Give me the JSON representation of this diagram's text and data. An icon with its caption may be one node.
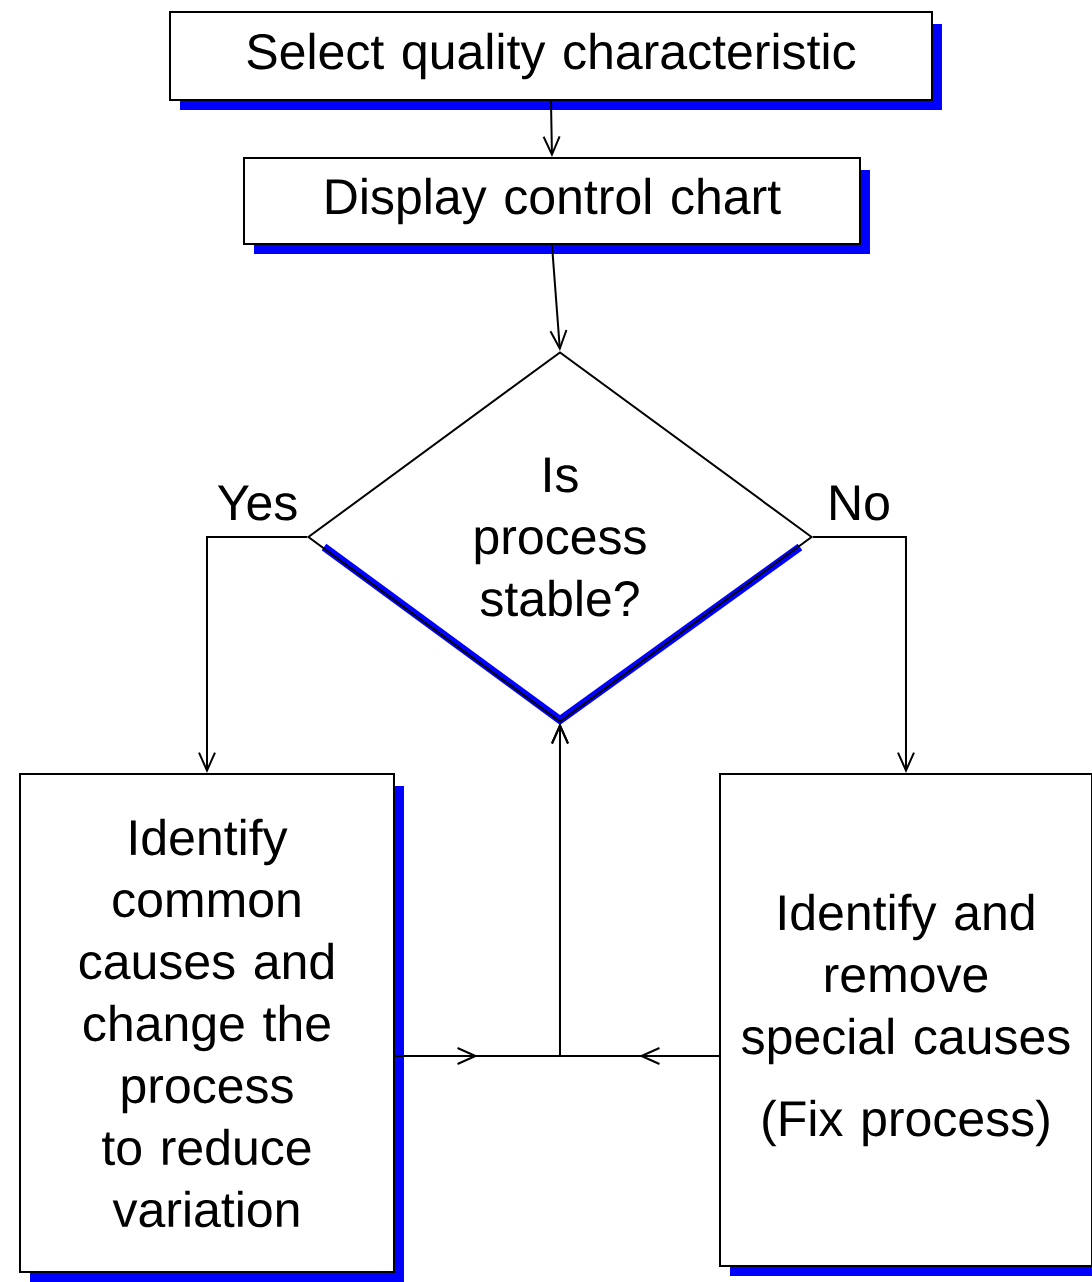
{
  "diagram": {
    "nodes": [
      {
        "text": [
          "Select quality characteristic"
        ]
      },
      {
        "text": [
          "Display control chart"
        ]
      },
      {
        "text": [
          "Is process stable?"
        ]
      },
      {
        "text": [
          "Identify common causes and change the process to reduce variation"
        ]
      },
      {
        "text": [
          "Identify and remove special causes",
          "(Fix process)"
        ]
      }
    ],
    "edges": [
      {
        "from": 0,
        "to": 1,
        "arrow": "to"
      },
      {
        "from": 1,
        "to": 2,
        "arrow": "to"
      },
      {
        "from": 2,
        "to": 3,
        "arrow": "to",
        "label": "Yes"
      },
      {
        "from": 2,
        "to": 4,
        "arrow": "to",
        "label": "No"
      },
      {
        "from": 3,
        "to": 2,
        "arrow": "to"
      },
      {
        "from": 4,
        "to": 2,
        "arrow": "to"
      }
    ]
  }
}
